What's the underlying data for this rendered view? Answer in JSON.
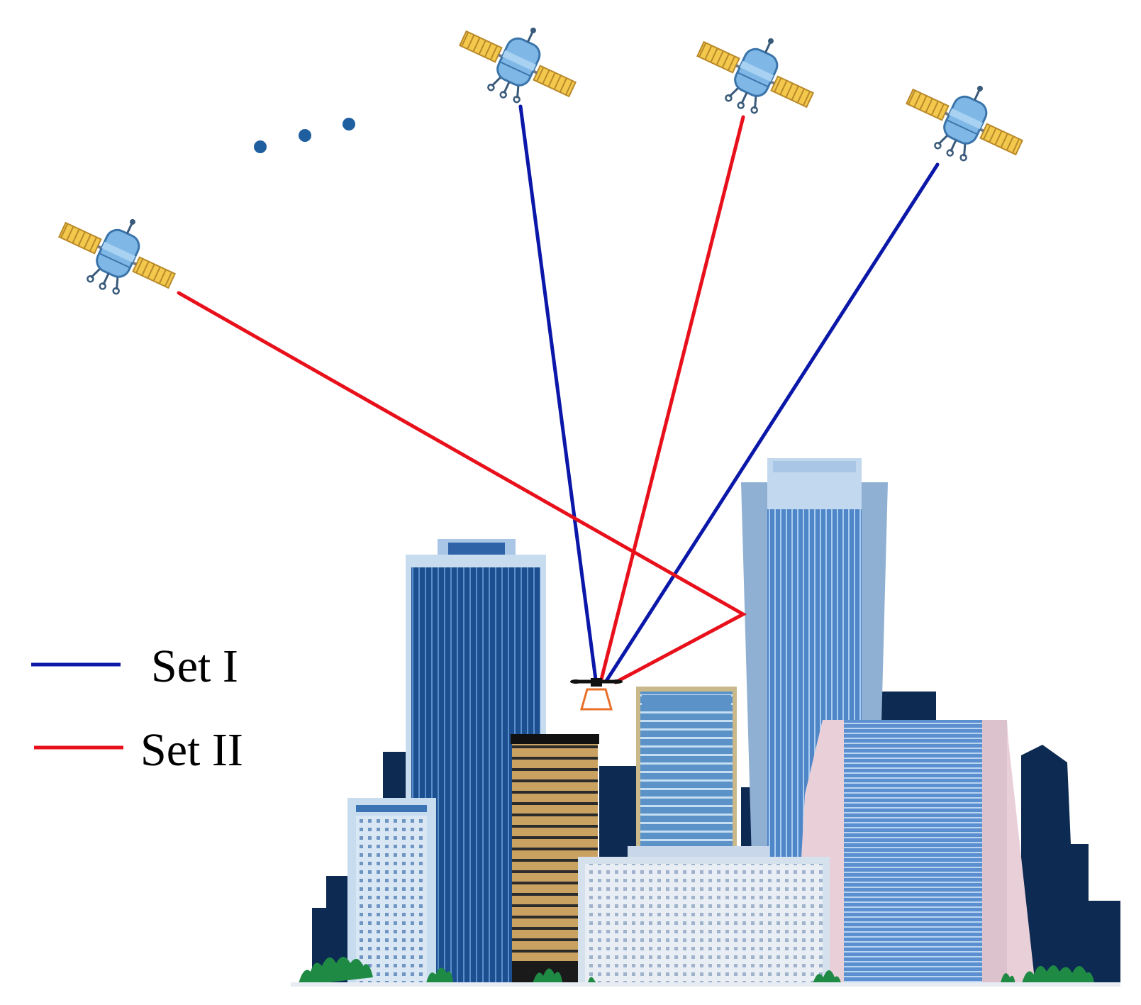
{
  "legend": [
    {
      "label": "Set I",
      "color": "#0a17a8"
    },
    {
      "label": "Set II",
      "color": "#e8111b"
    }
  ],
  "colors": {
    "set_i": "#0a17a8",
    "set_ii": "#e8111b",
    "satellite_body": "#7fb8e6",
    "satellite_panel": "#f2c94c",
    "ellipsis_dots": "#1f5fa0",
    "tree": "#1f8a44",
    "receiver": "#e8702a"
  },
  "icons": [
    "satellite-icon",
    "receiver-icon",
    "ellipsis-icon",
    "city-skyline"
  ]
}
